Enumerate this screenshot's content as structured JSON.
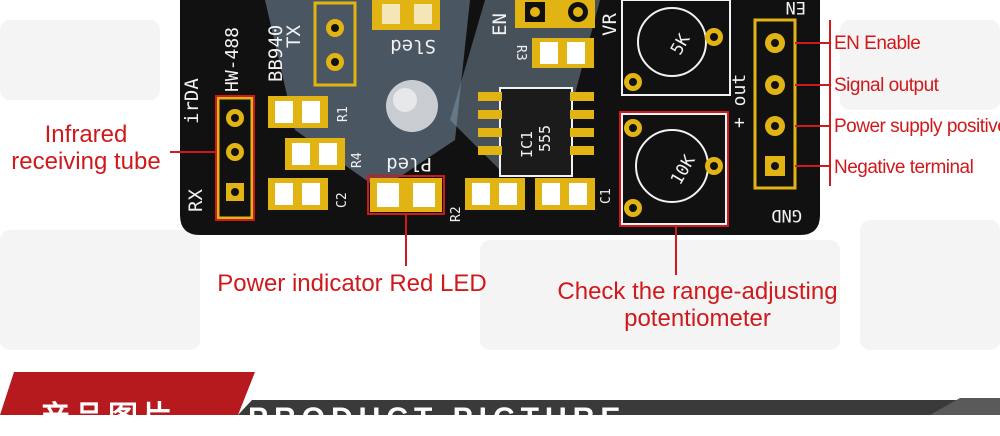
{
  "board_silkscreen": {
    "irda": "irDA",
    "model": "HW-488",
    "part": "BB940",
    "tx": "TX",
    "sled": "Sled",
    "pled": "Pled",
    "en": "EN",
    "r1": "R1",
    "r2": "R2",
    "r3": "R3",
    "r4": "R4",
    "c1": "C1",
    "c2": "C2",
    "vr": "VR",
    "ic_name": "IC1",
    "ic_part": "555",
    "pot_top": "5K",
    "pot_bottom": "10K",
    "out": "+ out",
    "gnd": "GND",
    "en_top": "EN",
    "rx": "RX"
  },
  "labels": {
    "infrared_receiving_tube": "Infrared\nreceiving tube",
    "en_enable": "EN Enable",
    "signal_output": "Signal output",
    "power_supply_positive": "Power supply positive",
    "negative_terminal": "Negative terminal",
    "power_indicator": "Power indicator Red LED",
    "potentiometer": "Check the range-adjusting\npotentiometer"
  },
  "banner": {
    "chinese_title": "产品图片",
    "english_title": "PRODUCT PICTURE"
  },
  "colors": {
    "annotation_red": "#d0191c",
    "pcb_black": "#111111",
    "pad_gold": "#e2b413",
    "banner_red": "#b71a1e"
  }
}
